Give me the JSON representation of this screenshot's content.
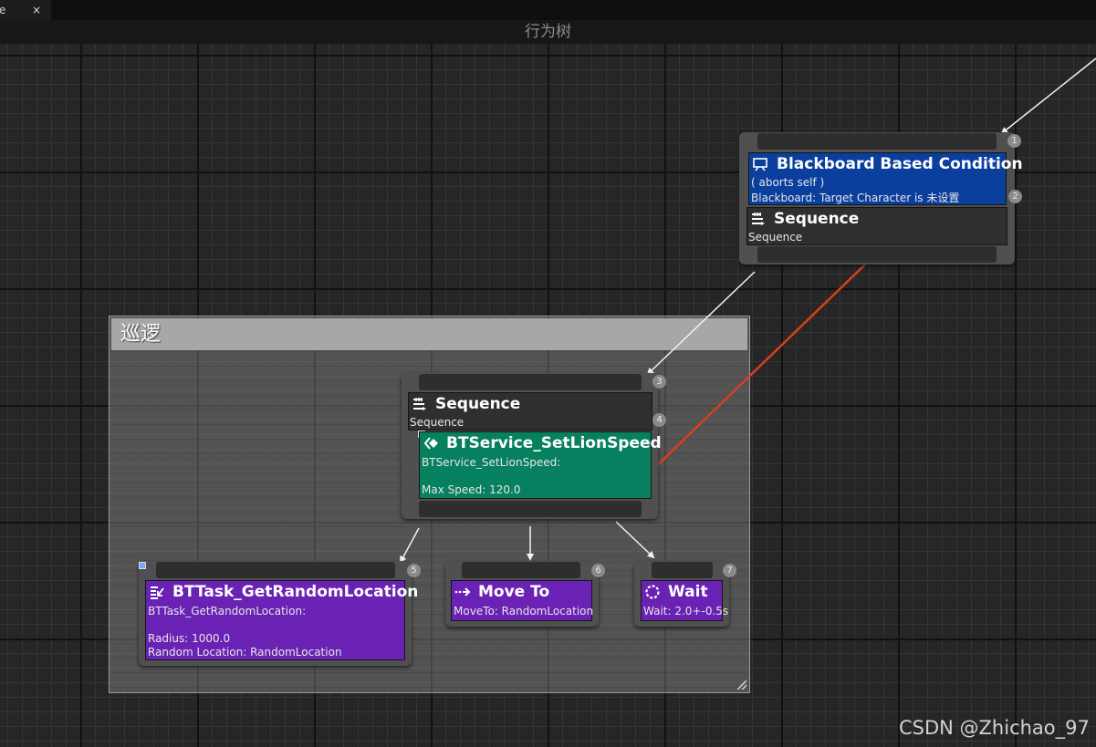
{
  "tab": {
    "label": "e",
    "close": "×"
  },
  "graph_title": "行为树",
  "comment": {
    "title": "巡逻"
  },
  "root": {
    "index_top": "1",
    "index_decorator": "2",
    "decorator": {
      "title": "Blackboard Based Condition",
      "line1": "( aborts self )",
      "line2": "Blackboard: Target Character is 未设置",
      "icon": "blackboard-icon",
      "color": "#0b3f9e"
    },
    "composite": {
      "title": "Sequence",
      "subtitle": "Sequence",
      "icon": "sequence-icon"
    }
  },
  "patrol_sequence": {
    "index_top": "3",
    "index_service": "4",
    "title": "Sequence",
    "subtitle": "Sequence",
    "icon": "sequence-icon",
    "service": {
      "title": "BTService_SetLionSpeed",
      "line1": "BTService_SetLionSpeed:",
      "line2": "Max Speed: 120.0",
      "icon": "service-icon",
      "color": "#06805e"
    }
  },
  "tasks": [
    {
      "index": "5",
      "title": "BTTask_GetRandomLocation",
      "line1": "BTTask_GetRandomLocation:",
      "line2": "Radius: 1000.0",
      "line3": "Random Location: RandomLocation",
      "icon": "task-icon"
    },
    {
      "index": "6",
      "title": "Move To",
      "line1": "MoveTo: RandomLocation",
      "icon": "move-to-icon"
    },
    {
      "index": "7",
      "title": "Wait",
      "line1": "Wait: 2.0+-0.5s",
      "icon": "wait-icon"
    }
  ],
  "task_color": "#6a22b4",
  "watermark": "CSDN @Zhichao_97"
}
